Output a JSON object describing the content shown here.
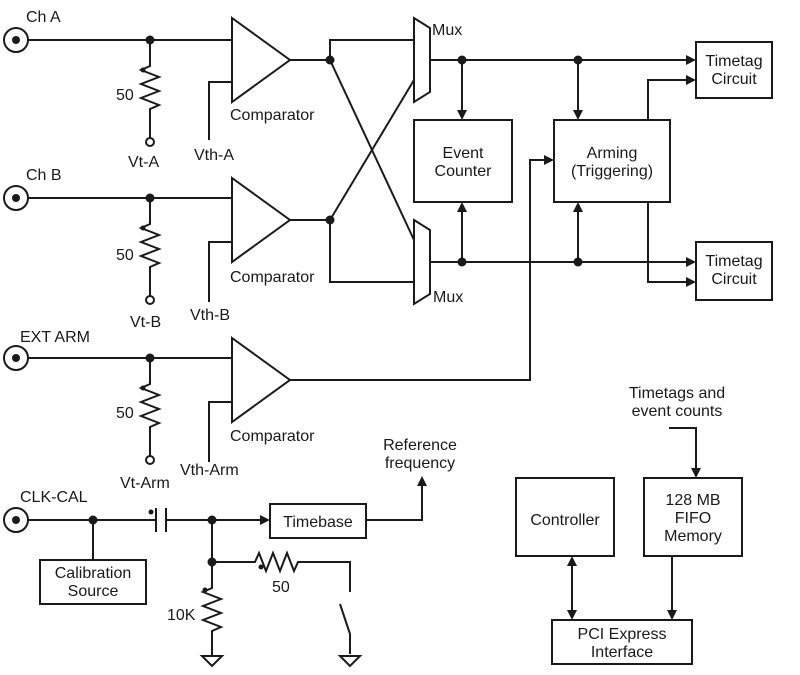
{
  "inputs": {
    "ch_a": "Ch A",
    "ch_b": "Ch B",
    "ext_arm": "EXT ARM",
    "clk_cal": "CLK-CAL"
  },
  "resistors": {
    "term_a": "50",
    "term_b": "50",
    "term_arm": "50",
    "cal_series": "50",
    "cal_shunt": "10K"
  },
  "voltages": {
    "vt_a": "Vt-A",
    "vt_b": "Vt-B",
    "vt_arm": "Vt-Arm",
    "vth_a": "Vth-A",
    "vth_b": "Vth-B",
    "vth_arm": "Vth-Arm"
  },
  "blocks": {
    "comparator": "Comparator",
    "mux": "Mux",
    "event_counter": [
      "Event",
      "Counter"
    ],
    "arming": [
      "Arming",
      "(Triggering)"
    ],
    "timetag": [
      "Timetag",
      "Circuit"
    ],
    "timebase": "Timebase",
    "calibration_source": [
      "Calibration",
      "Source"
    ],
    "controller": "Controller",
    "fifo": [
      "128 MB",
      "FIFO",
      "Memory"
    ],
    "pci": [
      "PCI Express",
      "Interface"
    ]
  },
  "notes": {
    "reference_frequency": [
      "Reference",
      "frequency"
    ],
    "timetags_counts": [
      "Timetags and",
      "event counts"
    ]
  }
}
